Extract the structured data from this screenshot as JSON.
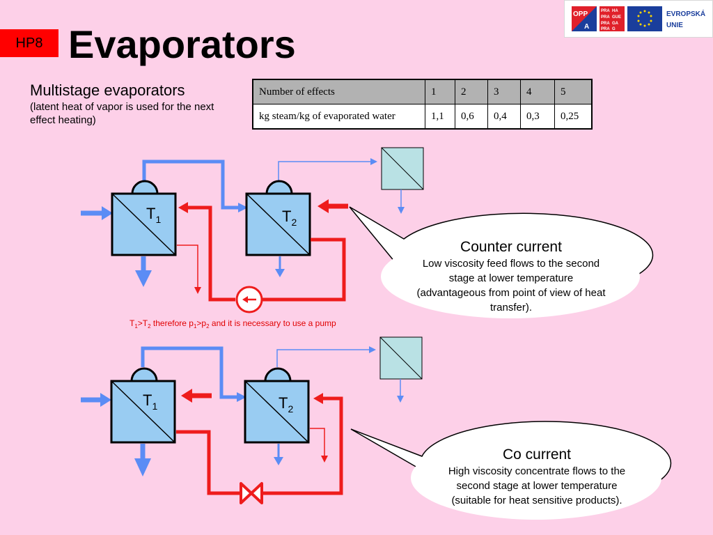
{
  "badge": "HP8",
  "title": "Evaporators",
  "logos": {
    "oppa": [
      "OPP",
      "A"
    ],
    "praha": [
      "PRA",
      "HA",
      "PRA",
      "GUE",
      "PRA",
      "GA",
      "PRA",
      "G"
    ],
    "eu": [
      "EVROPSKÁ",
      "UNIE"
    ]
  },
  "subtitle": {
    "main": "Multistage evaporators",
    "note": "(latent heat of vapor is used for the next effect heating)"
  },
  "table": {
    "row1": [
      "Number of effects",
      "1",
      "2",
      "3",
      "4",
      "5"
    ],
    "row2": [
      "kg steam/kg of evaporated water",
      "1,1",
      "0,6",
      "0,4",
      "0,3",
      "0,25"
    ]
  },
  "labels": {
    "t": "T",
    "one": "1",
    "two": "2"
  },
  "pump_note": {
    "a": "T",
    "s1": "1",
    "b": ">T",
    "s2": "2",
    "c": " therefore p",
    "s3": "1",
    "d": ">p",
    "s4": "2",
    "e": " and it is necessary to use a pump"
  },
  "counter": {
    "head": "Counter current",
    "body": "Low viscosity feed flows to the second stage at lower temperature (advantageous from point of view of heat transfer)."
  },
  "co": {
    "head": "Co current",
    "body": "High viscosity concentrate flows to the second stage at lower temperature (suitable for heat sensitive products)."
  },
  "colors": {
    "background": "#fdd0e8",
    "steam_blue": "#5b8cf5",
    "liquid_red": "#ee1c1c",
    "exchanger_fill": "#99ccf2",
    "condenser_fill": "#b9e1e4",
    "badge_red": "#ff0000"
  }
}
